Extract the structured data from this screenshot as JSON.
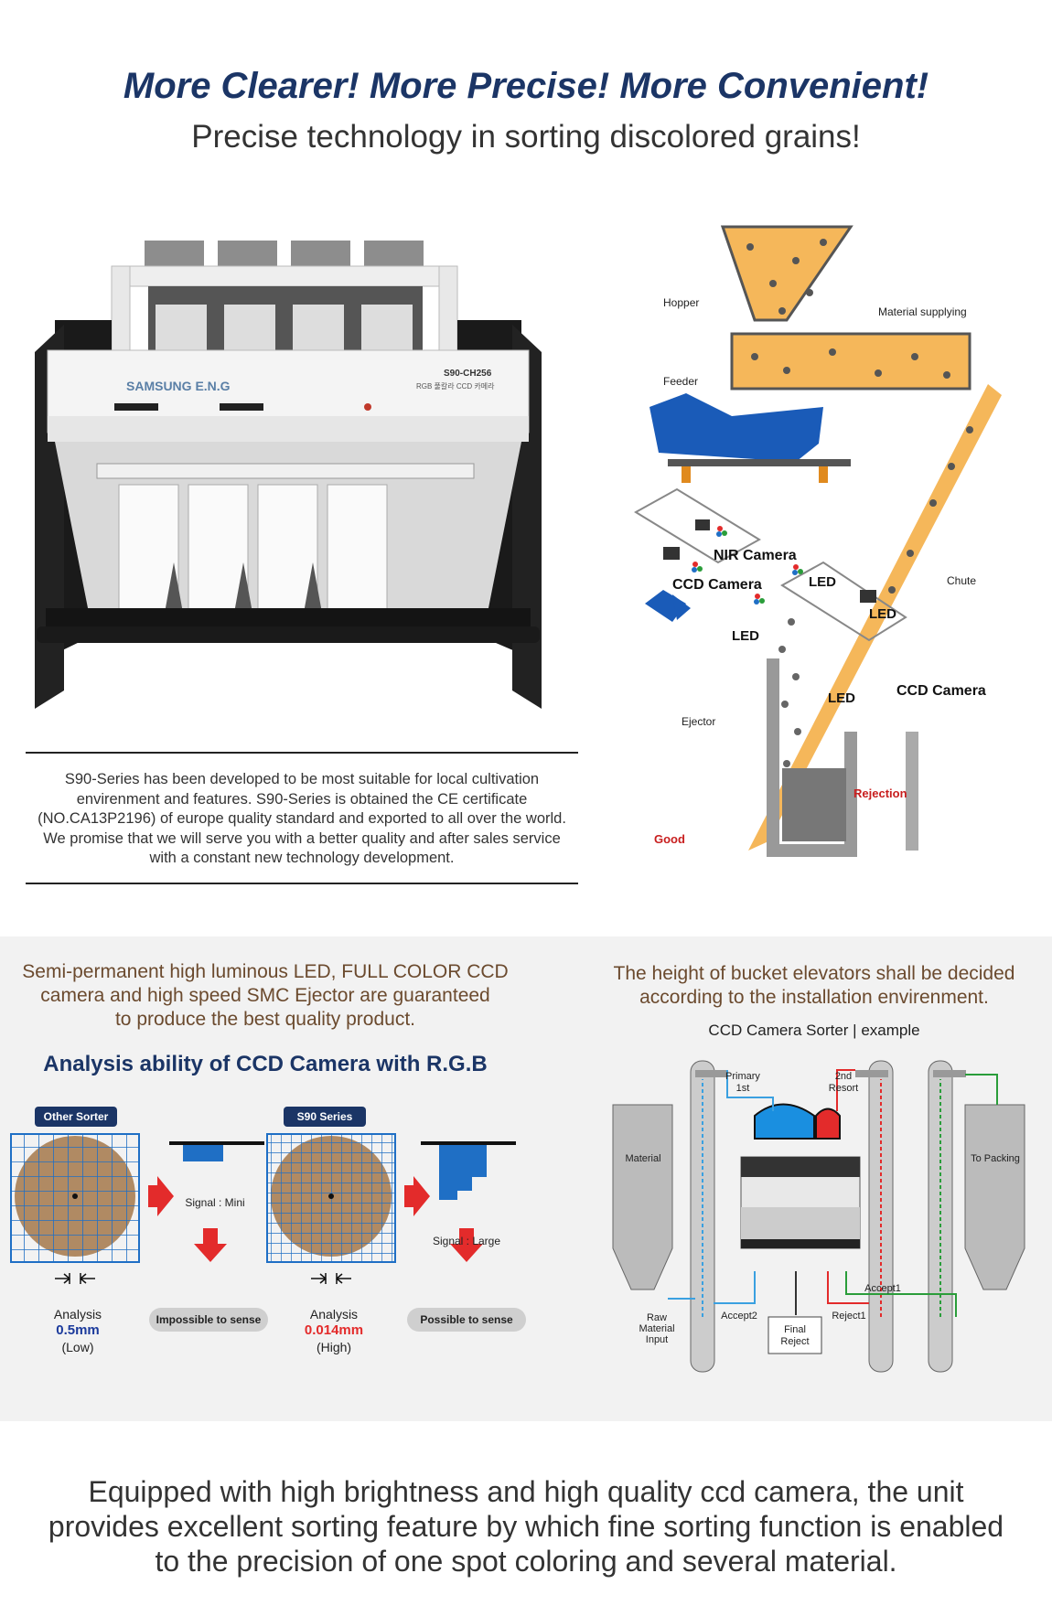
{
  "header": {
    "title": "More Clearer! More Precise! More Convenient!",
    "subtitle": "Precise technology in sorting discolored grains!"
  },
  "machine": {
    "brand": "SAMSUNG E.N.G",
    "model": "S90-CH256",
    "model_sub": "RGB 풀칼라 CCD 카메라"
  },
  "diagram": {
    "labels": {
      "hopper": "Hopper",
      "material_supplying": "Material supplying",
      "feeder": "Feeder",
      "nir_camera": "NIR Camera",
      "ccd_camera_1": "CCD Camera",
      "led_1": "LED",
      "led_2": "LED",
      "chute": "Chute",
      "led_3": "LED",
      "led_4": "LED",
      "ccd_camera_2": "CCD Camera",
      "ejector": "Ejector",
      "rejection": "Rejection",
      "good": "Good"
    },
    "colors": {
      "grain": "#f5b75a",
      "defect": "#555555",
      "feeder": "#1a5bb8",
      "rejection": "#c81e1e"
    }
  },
  "description": {
    "lines": [
      "S90-Series has been developed to be most suitable for local cultivation",
      "envirenment and features. S90-Series is obtained the CE certificate",
      "(NO.CA13P2196) of europe quality standard and exported to all over the world.",
      "We promise that we will serve you with a better quality and after sales service",
      "with a constant new technology development."
    ]
  },
  "features": {
    "left_lines": [
      "Semi-permanent high luminous LED, FULL COLOR CCD",
      "camera and high speed SMC Ejector are guaranteed",
      "to produce the best quality product."
    ],
    "right_lines": [
      "The height of bucket elevators shall be decided",
      "according to the installation envirenment."
    ],
    "example_title": "CCD Camera Sorter | example"
  },
  "analysis": {
    "title": "Analysis ability of CCD Camera with R.G.B",
    "other": {
      "badge": "Other Sorter",
      "signal": "Signal : Mini",
      "label": "Analysis",
      "value": "0.5mm",
      "level": "(Low)",
      "result": "Impossible to sense"
    },
    "s90": {
      "badge": "S90 Series",
      "signal": "Signal : Large",
      "label": "Analysis",
      "value": "0.014mm",
      "level": "(High)",
      "result": "Possible to sense"
    },
    "colors": {
      "grid": "#1f6fc5",
      "arrow": "#e32b2b",
      "value_low": "#1b3a9c",
      "value_high": "#e32b2b"
    }
  },
  "flow": {
    "material": "Material",
    "to_packing": "To Packing",
    "primary": "Primary",
    "primary_sub": "1st",
    "second": "2nd",
    "second_sub": "Resort",
    "raw_1": "Raw",
    "raw_2": "Material",
    "raw_3": "Input",
    "accept2": "Accept2",
    "accept1": "Accept1",
    "reject1": "Reject1",
    "final_1": "Final",
    "final_2": "Reject"
  },
  "footer": {
    "lines": [
      "Equipped with high brightness and high quality ccd camera, the unit",
      "provides excellent sorting feature by which fine sorting function is enabled",
      "to the precision of one spot coloring and several material."
    ]
  }
}
